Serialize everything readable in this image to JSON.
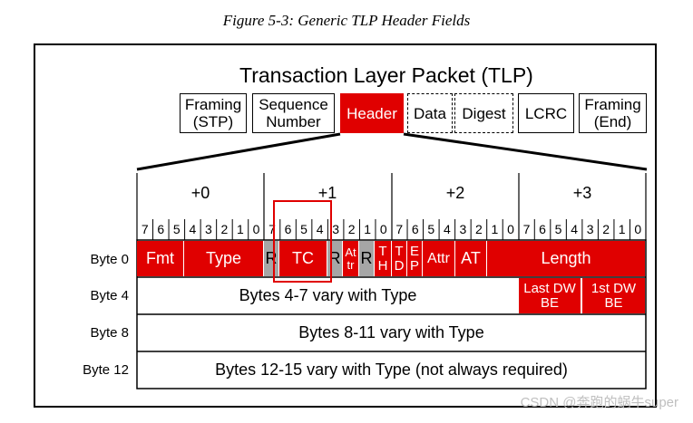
{
  "figure_caption": "Figure 5-3: Generic TLP Header Fields",
  "tlp_title": "Transaction Layer Packet (TLP)",
  "packet_parts": [
    {
      "label": "Framing\n(STP)",
      "style": "solid"
    },
    {
      "label": "Sequence\nNumber",
      "style": "solid"
    },
    {
      "label": "Header",
      "style": "highlight"
    },
    {
      "label": "Data",
      "style": "dashed"
    },
    {
      "label": "Digest",
      "style": "dashed"
    },
    {
      "label": "LCRC",
      "style": "solid"
    },
    {
      "label": "Framing\n(End)",
      "style": "solid"
    }
  ],
  "byte_offsets": [
    "+0",
    "+1",
    "+2",
    "+3"
  ],
  "bit_labels": [
    "7",
    "6",
    "5",
    "4",
    "3",
    "2",
    "1",
    "0"
  ],
  "row_labels": [
    "Byte 0",
    "Byte 4",
    "Byte 8",
    "Byte 12"
  ],
  "byte0_fields": {
    "fmt": "Fmt",
    "type": "Type",
    "r1": "R",
    "tc": "TC",
    "r2": "R",
    "attr_bit": "At\ntr",
    "r3": "R",
    "th": "T\nH",
    "td": "T\nD",
    "ep": "E\nP",
    "attr": "Attr",
    "at": "AT",
    "length": "Length"
  },
  "byte4": {
    "text": "Bytes 4-7 vary with Type",
    "last_be": "Last DW\nBE",
    "first_be": "1st DW\nBE"
  },
  "byte8": {
    "text": "Bytes 8-11 vary with Type"
  },
  "byte12": {
    "text": "Bytes 12-15 vary with Type (not always required)"
  },
  "watermark": "CSDN @奔跑的蜗牛super",
  "colors": {
    "accent_red": "#e00000",
    "reserved_grey": "#a6a6a6",
    "highlight_box": "#e00000"
  }
}
